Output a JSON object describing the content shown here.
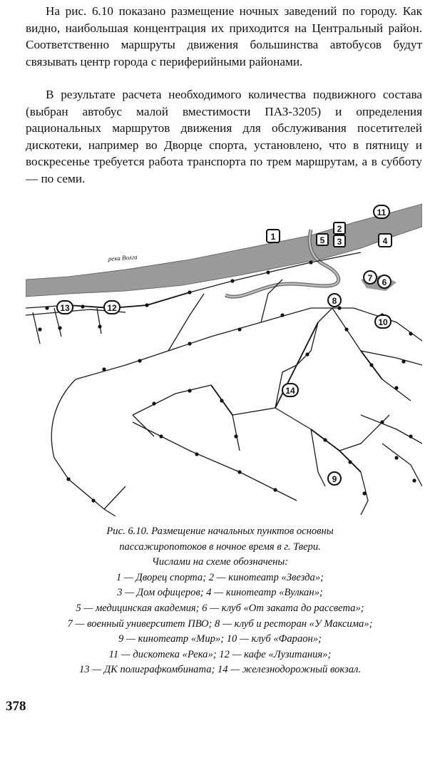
{
  "text": {
    "paragraph1": "На рис. 6.10 показано размещение ночных заведений по городу. Как видно, наибольшая концентрация их приходится на Центральный район. Соответственно маршруты движения большинства автобусов будут связывать центр города с периферийными районами.",
    "paragraph2": "В результате расчета необходимого количества подвижного состава (выбран автобус малой вместимости ПАЗ-3205) и определения рациональных маршрутов движения для обслуживания посетителей дискотеки, например во Дворце спорта, установлено, что в пятницу и воскресенье требуется работа транспорта по трем маршрутам, а в субботу — по семи."
  },
  "map": {
    "river_label": "река Волга",
    "markers": [
      "1",
      "2",
      "3",
      "4",
      "5",
      "6",
      "7",
      "8",
      "9",
      "10",
      "11",
      "12",
      "13",
      "14"
    ]
  },
  "caption": {
    "line1": "Рис. 6.10. Размещение начальных пунктов основны",
    "line2": "пассажиропотоков в ночное время в г. Твери.",
    "line3": "Числами на схеме обозначены:",
    "line4": "1 — Дворец спорта; 2 — кинотеатр «Звезда»;",
    "line5": "3 — Дом офицеров; 4 — кинотеатр «Вулкан»;",
    "line6": "5 — медицинская академия; 6 — клуб «От заката до рассвета»;",
    "line7": "7 — военный университет ПВО; 8 — клуб и ресторан «У Максима»;",
    "line8": "9 — кинотеатр «Мир»; 10 — клуб «Фараон»;",
    "line9": "11 — дискотека «Река»; 12 — кафе «Лузитания»;",
    "line10": "13 — ДК полиграфкомбината; 14 — железнодорожный вокзал."
  },
  "page_number": "378"
}
